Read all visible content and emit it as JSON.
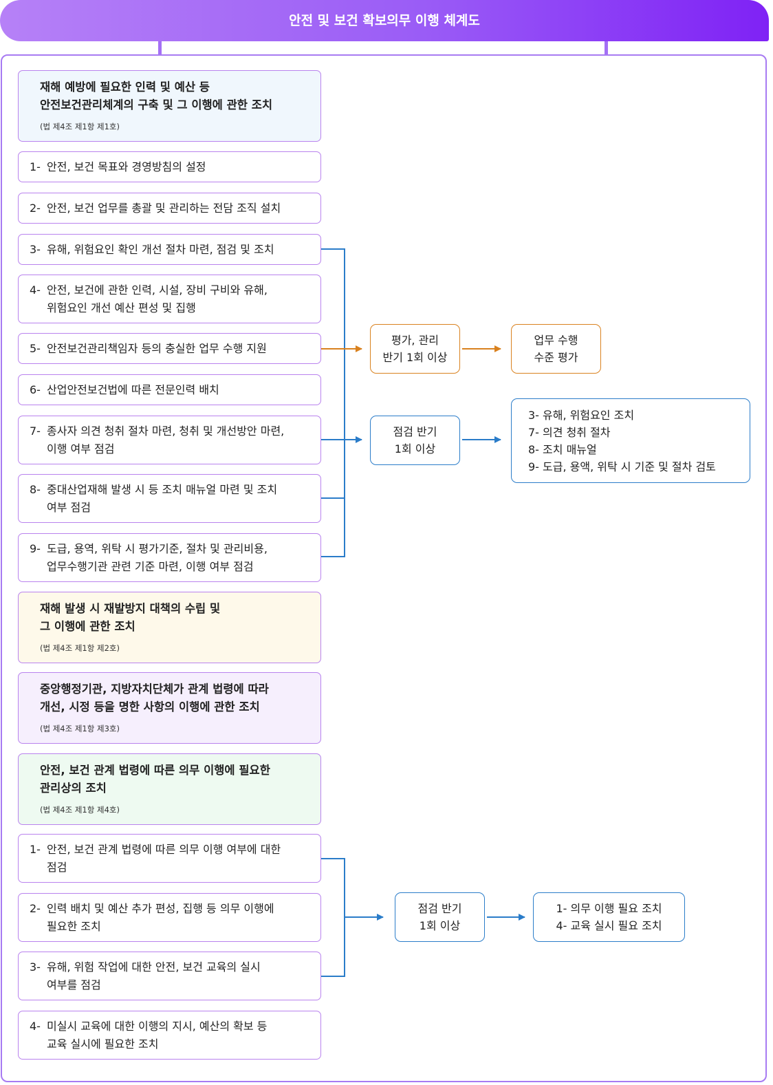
{
  "title": "안전 및 보건 확보의무 이행 체계도",
  "colors": {
    "accent": "#8b3cf5",
    "orange": "#d9811e",
    "blue": "#2a7cc9"
  },
  "section1": {
    "title_line1": "재해 예방에 필요한 인력 및 예산 등",
    "title_line2": "안전보건관리체계의 구축 및 그 이행에 관한 조치",
    "ref": "(법 제4조 제1항 제1호)",
    "items": [
      {
        "num": "1-",
        "lines": [
          "안전, 보건 목표와 경영방침의 설정"
        ]
      },
      {
        "num": "2-",
        "lines": [
          "안전, 보건 업무를 총괄 및 관리하는 전담 조직 설치"
        ]
      },
      {
        "num": "3-",
        "lines": [
          "유해, 위험요인 확인 개선 절차 마련, 점검 및 조치"
        ]
      },
      {
        "num": "4-",
        "lines": [
          "안전, 보건에 관한 인력, 시설, 장비 구비와 유해,",
          "위험요인 개선 예산 편성 및 집행"
        ]
      },
      {
        "num": "5-",
        "lines": [
          "안전보건관리책임자 등의 충실한 업무 수행 지원"
        ]
      },
      {
        "num": "6-",
        "lines": [
          "산업안전보건법에 따른 전문인력 배치"
        ]
      },
      {
        "num": "7-",
        "lines": [
          "종사자 의견 청취 절차 마련, 청취 및 개선방안 마련,",
          "이행 여부 점검"
        ]
      },
      {
        "num": "8-",
        "lines": [
          "중대산업재해 발생 시 등 조치 매뉴얼 마련 및 조치",
          "여부 점검"
        ]
      },
      {
        "num": "9-",
        "lines": [
          "도급, 용역, 위탁 시 평가기준, 절차 및 관리비용,",
          "업무수행기관 관련 기준 마련, 이행 여부 점검"
        ]
      }
    ]
  },
  "flow1": {
    "eval_box": [
      "평가, 관리",
      "반기 1회 이상"
    ],
    "result_box": [
      "업무 수행",
      "수준 평가"
    ],
    "check_box": [
      "점검 반기",
      "1회 이상"
    ],
    "check_list": [
      "3- 유해, 위험요인 조치",
      "7- 의견 청취 절차",
      "8- 조치 매뉴얼",
      "9- 도급, 용액, 위탁 시 기준 및 절차 검토"
    ]
  },
  "section2": {
    "title_line1": "재해 발생 시 재발방지 대책의 수립 및",
    "title_line2": "그 이행에 관한 조치",
    "ref": "(법 제4조 제1항 제2호)"
  },
  "section3": {
    "title_line1": "중앙행정기관, 지방자치단체가 관계 법령에 따라",
    "title_line2": "개선, 시정 등을 명한 사항의 이행에 관한 조치",
    "ref": "(법 제4조 제1항 제3호)"
  },
  "section4": {
    "title_line1": "안전, 보건 관계 법령에 따른 의무 이행에 필요한",
    "title_line2": "관리상의 조치",
    "ref": "(법 제4조 제1항 제4호)",
    "items": [
      {
        "num": "1-",
        "lines": [
          "안전, 보건 관계 법령에 따른 의무 이행 여부에 대한",
          "점검"
        ]
      },
      {
        "num": "2-",
        "lines": [
          "인력 배치 및 예산 추가 편성, 집행 등 의무 이행에",
          "필요한 조치"
        ]
      },
      {
        "num": "3-",
        "lines": [
          "유해, 위험 작업에 대한 안전, 보건 교육의 실시",
          "여부를 점검"
        ]
      },
      {
        "num": "4-",
        "lines": [
          "미실시 교육에 대한 이행의 지시, 예산의 확보 등",
          "교육 실시에 필요한 조치"
        ]
      }
    ]
  },
  "flow2": {
    "check_box": [
      "점검 반기",
      "1회 이상"
    ],
    "result_list": [
      "1- 의무 이행 필요 조치",
      "4- 교육 실시 필요 조치"
    ]
  }
}
